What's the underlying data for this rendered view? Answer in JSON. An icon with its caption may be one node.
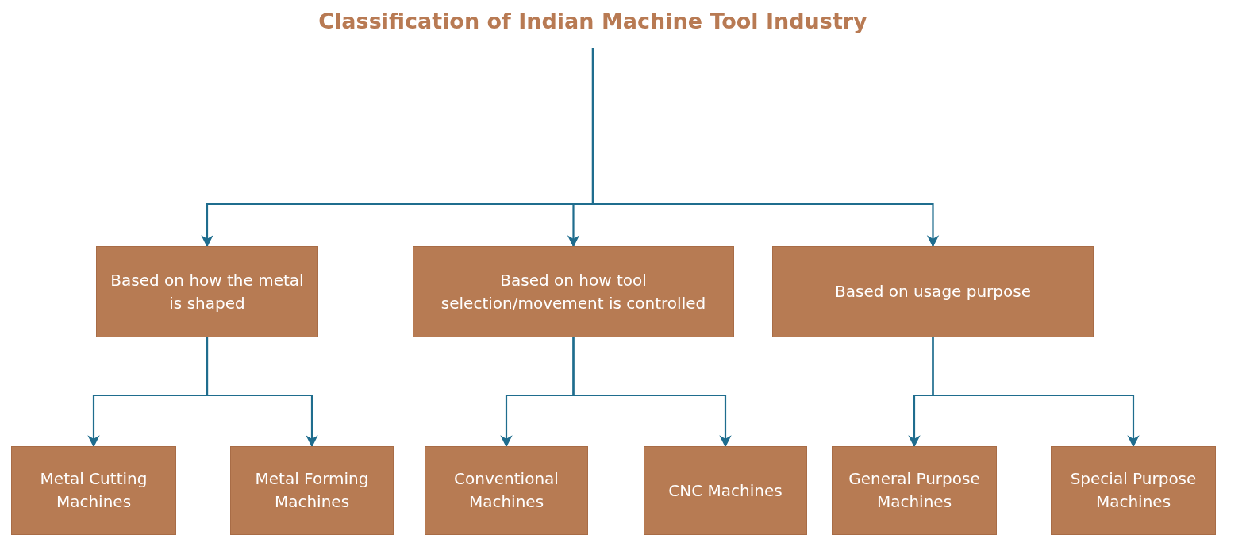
{
  "diagram": {
    "nodes": [
      {
        "text": [
          "Classification of Indian Machine Tool Industry"
        ]
      },
      {
        "text": [
          "Based on how the metal is shaped"
        ]
      },
      {
        "text": [
          "Based on how tool selection/movement is controlled"
        ]
      },
      {
        "text": [
          "Based on usage purpose"
        ]
      },
      {
        "text": [
          "Metal Cutting Machines"
        ]
      },
      {
        "text": [
          "Metal Forming Machines"
        ]
      },
      {
        "text": [
          "Conventional Machines"
        ]
      },
      {
        "text": [
          "CNC Machines"
        ]
      },
      {
        "text": [
          "General Purpose Machines"
        ]
      },
      {
        "text": [
          "Special Purpose Machines"
        ]
      }
    ],
    "edges": [
      {
        "from": 0,
        "to": 1,
        "arrow": "to"
      },
      {
        "from": 0,
        "to": 2,
        "arrow": "to"
      },
      {
        "from": 0,
        "to": 3,
        "arrow": "to"
      },
      {
        "from": 1,
        "to": 4,
        "arrow": "to"
      },
      {
        "from": 1,
        "to": 5,
        "arrow": "to"
      },
      {
        "from": 2,
        "to": 6,
        "arrow": "to"
      },
      {
        "from": 2,
        "to": 7,
        "arrow": "to"
      },
      {
        "from": 3,
        "to": 8,
        "arrow": "to"
      },
      {
        "from": 3,
        "to": 9,
        "arrow": "to"
      }
    ]
  }
}
